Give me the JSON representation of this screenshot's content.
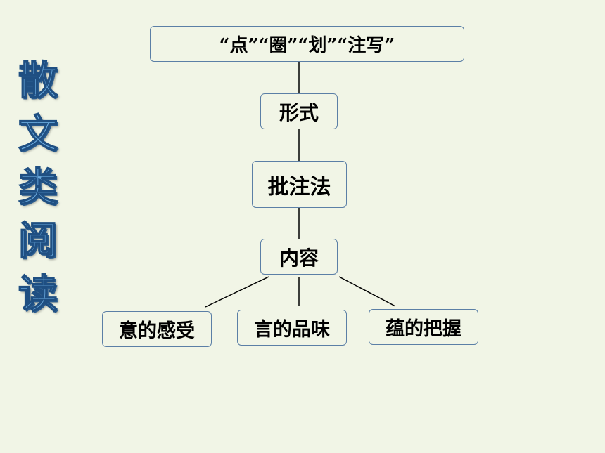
{
  "side_title": [
    "散",
    "文",
    "类",
    "阅",
    "读"
  ],
  "nodes": {
    "top": "“点”“圈”“划”“注写”",
    "form": "形式",
    "method": "批注法",
    "content": "内容",
    "feel": "意的感受",
    "taste": "言的品味",
    "grasp": "蕴的把握"
  },
  "colors": {
    "background": "#f1f5e6",
    "node_border": "#5b7fa6",
    "side_title": "#6aa9dd"
  }
}
